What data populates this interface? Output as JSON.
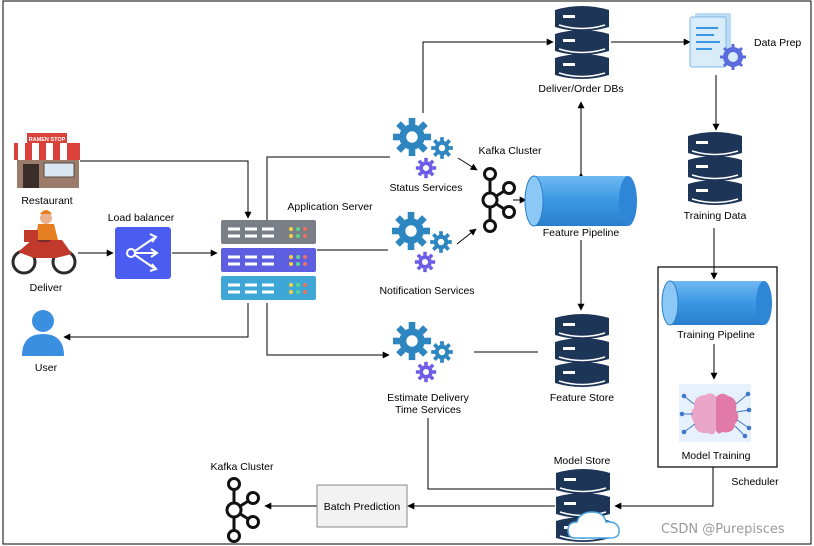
{
  "labels": {
    "restaurant": "Restaurant",
    "restaurant_sign": "RAMEN STOP",
    "deliver": "Deliver",
    "user": "User",
    "load_balancer": "Load balancer",
    "application_server": "Application Server",
    "status_services": "Status Services",
    "notification_services": "Notification Services",
    "estimate_delivery_line1": "Estimate Delivery",
    "estimate_delivery_line2": "Time Services",
    "kafka_cluster_top": "Kafka Cluster",
    "kafka_cluster_bottom": "Kafka Cluster",
    "deliver_order_dbs": "Deliver/Order DBs",
    "data_prep": "Data Prep",
    "training_data": "Training Data",
    "feature_pipeline": "Feature Pipeline",
    "feature_store": "Feature Store",
    "training_pipeline": "Training Pipeline",
    "model_training": "Model Training",
    "scheduler": "Scheduler",
    "model_store": "Model Store",
    "batch_prediction": "Batch Prediction",
    "watermark": "CSDN @Purepisces"
  },
  "icons": {
    "restaurant": "storefront-icon",
    "deliver": "scooter-rider-icon",
    "user": "user-icon",
    "load_balancer": "load-balancer-icon",
    "server": "server-rack-icon",
    "services": "gears-icon",
    "kafka": "kafka-icon",
    "database": "database-icon",
    "pipeline": "cylinder-icon",
    "data_prep": "document-gear-icon",
    "model_training": "brain-network-icon",
    "cloud": "cloud-icon"
  },
  "colors": {
    "db_dark": "#1d3557",
    "db_stripe": "#ffffff",
    "gear_blue": "#2e86c1",
    "gear_purple": "#6c5ce7",
    "pipe_blue": "#3b97e3",
    "lb_blue": "#4a5df0",
    "server_top": "#7a7f87",
    "server_mid": "#5d5fe0",
    "server_bot": "#3fa7d6",
    "kafka_black": "#111111",
    "arrow": "#000000",
    "watermark": "#9a9a9a"
  }
}
